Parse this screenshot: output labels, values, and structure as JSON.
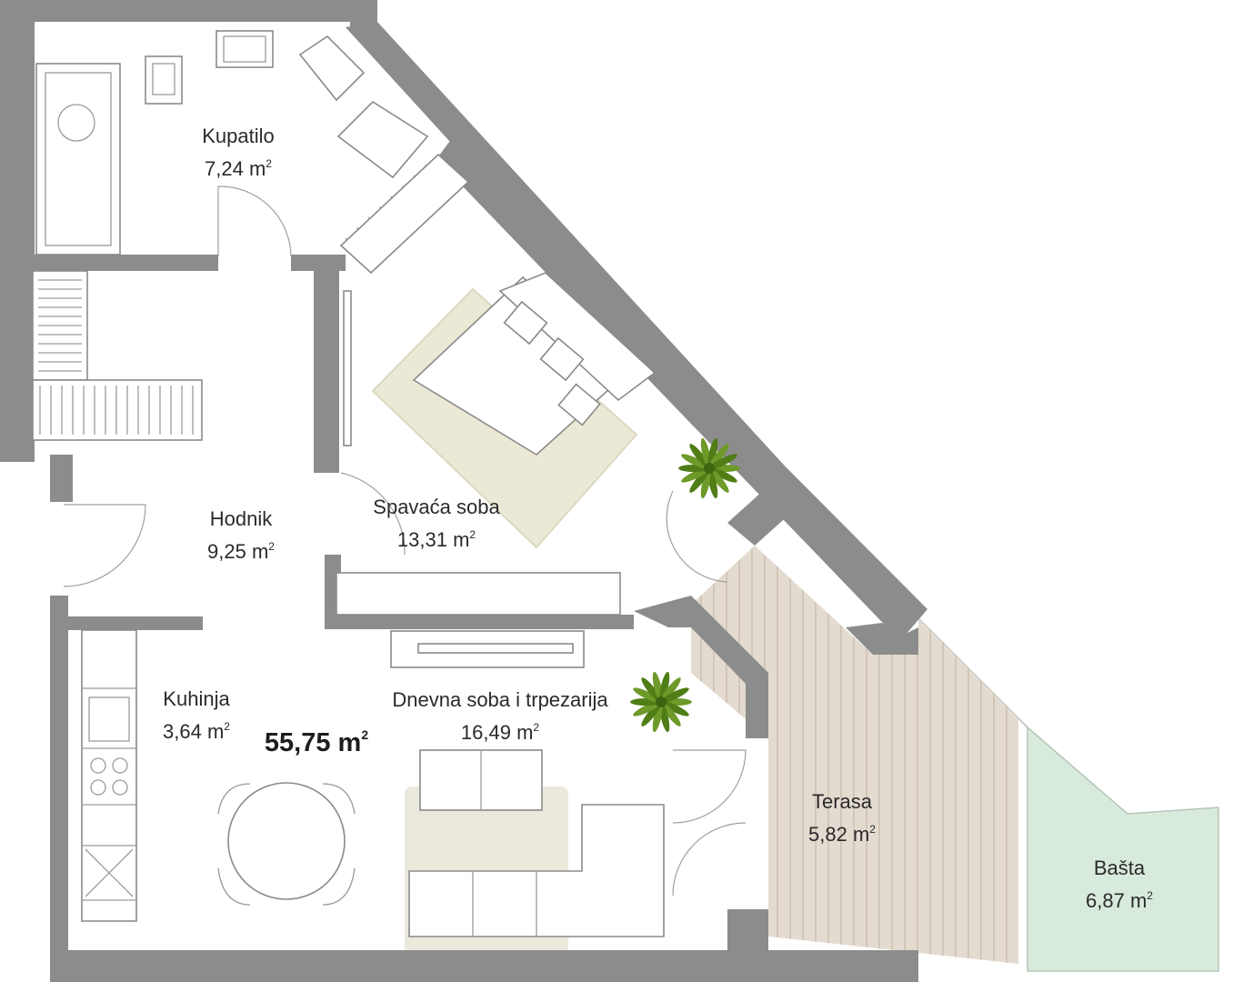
{
  "plan": {
    "total_area": "55,75 m",
    "area_unit_power": "2",
    "colors": {
      "wall": "#8c8c8c",
      "terrace": "#e2d8cc",
      "garden": "#d9eadd",
      "bed_rug": "#ece8d7",
      "plant": "#4f7d16"
    },
    "rooms": [
      {
        "name": "Kupatilo",
        "area": "7,24 m"
      },
      {
        "name": "Hodnik",
        "area": "9,25 m"
      },
      {
        "name": "Spavaća soba",
        "area": "13,31 m"
      },
      {
        "name": "Kuhinja",
        "area": "3,64 m"
      },
      {
        "name": "Dnevna soba i trpezarija",
        "area": "16,49 m"
      },
      {
        "name": "Terasa",
        "area": "5,82 m"
      },
      {
        "name": "Bašta",
        "area": "6,87 m"
      }
    ]
  }
}
